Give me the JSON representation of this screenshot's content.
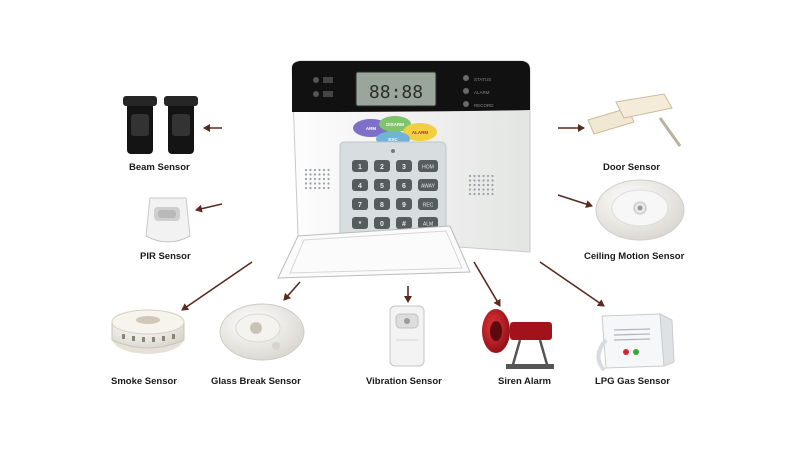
{
  "panel": {
    "lcd_display": "88:88",
    "left_indicators": [
      "",
      ""
    ],
    "status_labels": [
      "STATUS",
      "ALARM",
      "RECORD"
    ],
    "function_keys": [
      "ARM",
      "DISARM",
      "ALARM",
      "ESC"
    ],
    "keypad_digits": [
      "1",
      "2",
      "3",
      "4",
      "5",
      "6",
      "7",
      "8",
      "9",
      "*",
      "0",
      "#"
    ],
    "side_keys": [
      "HOM",
      "AWAY",
      "REC",
      "ALM"
    ]
  },
  "sensors": {
    "beam": "Beam Sensor",
    "pir": "PIR Sensor",
    "door": "Door Sensor",
    "ceiling_motion": "Ceiling Motion Sensor",
    "smoke": "Smoke Sensor",
    "glass_break": "Glass Break Sensor",
    "vibration": "Vibration Sensor",
    "siren": "Siren Alarm",
    "lpg_gas": "LPG Gas Sensor"
  },
  "colors": {
    "panel_body": "#f1f2f0",
    "lcd_bezel": "#111111",
    "lcd_screen": "#9aa59c",
    "keypad_bg": "#d8dde0",
    "key": "#555c5e",
    "arrow": "#5a2a1c",
    "siren_red": "#b4121a"
  }
}
